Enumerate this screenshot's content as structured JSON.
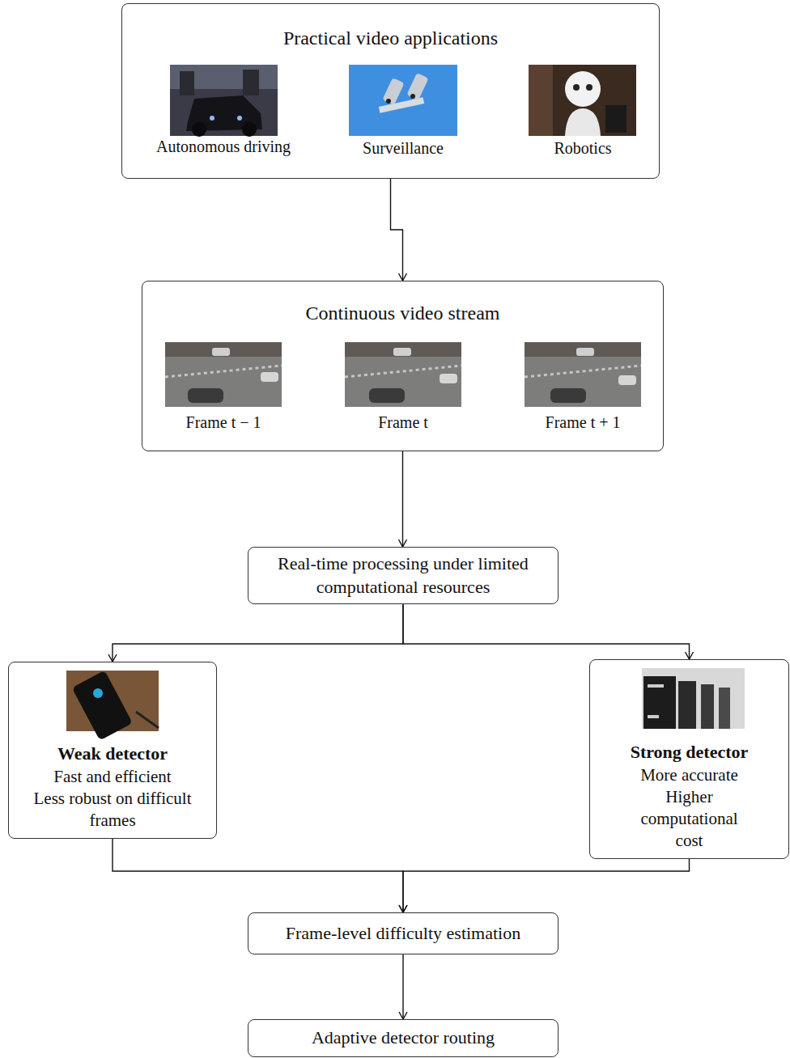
{
  "diagram": {
    "nodes": [
      {
        "text": [
          "Practical video applications"
        ]
      },
      {
        "text": [
          "Continuous video stream"
        ]
      },
      {
        "text": [
          "Real-time processing under limited computational resources"
        ]
      },
      {
        "text": [
          "Weak detector",
          "Fast and efficient",
          "Less robust on difficult frames"
        ]
      },
      {
        "text": [
          "Strong detector",
          "More accurate",
          "Higher computational cost"
        ]
      },
      {
        "text": [
          "Frame-level difficulty estimation"
        ]
      },
      {
        "text": [
          "Adaptive detector routing"
        ]
      }
    ],
    "edges": [
      {
        "from": 0,
        "to": 1,
        "arrow": "to"
      },
      {
        "from": 1,
        "to": 2,
        "arrow": "to"
      },
      {
        "from": 2,
        "to": 3,
        "arrow": "to"
      },
      {
        "from": 2,
        "to": 4,
        "arrow": "to"
      },
      {
        "from": 3,
        "to": 5,
        "arrow": "to"
      },
      {
        "from": 4,
        "to": 5,
        "arrow": "to"
      },
      {
        "from": 5,
        "to": 6,
        "arrow": "to"
      }
    ],
    "labels": [
      "Autonomous driving",
      "Surveillance",
      "Robotics",
      "Frame t − 1",
      "Frame t",
      "Frame t + 1"
    ]
  }
}
